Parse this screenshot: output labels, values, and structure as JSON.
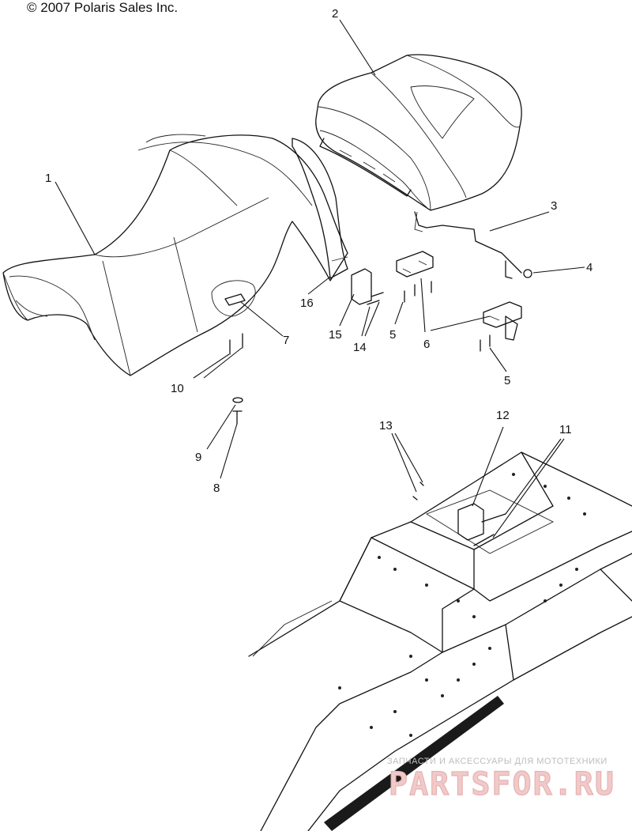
{
  "copyright": "© 2007 Polaris Sales Inc.",
  "callouts": [
    {
      "id": "1",
      "label": "1"
    },
    {
      "id": "2",
      "label": "2"
    },
    {
      "id": "3",
      "label": "3"
    },
    {
      "id": "4",
      "label": "4"
    },
    {
      "id": "5a",
      "label": "5"
    },
    {
      "id": "5b",
      "label": "5"
    },
    {
      "id": "6",
      "label": "6"
    },
    {
      "id": "7",
      "label": "7"
    },
    {
      "id": "8",
      "label": "8"
    },
    {
      "id": "9",
      "label": "9"
    },
    {
      "id": "10",
      "label": "10"
    },
    {
      "id": "11",
      "label": "11"
    },
    {
      "id": "12",
      "label": "12"
    },
    {
      "id": "13",
      "label": "13"
    },
    {
      "id": "14",
      "label": "14"
    },
    {
      "id": "15",
      "label": "15"
    },
    {
      "id": "16",
      "label": "16"
    }
  ],
  "watermark": {
    "tagline": "ЗАПЧАСТИ И АКСЕССУАРЫ ДЛЯ МОТОТЕХНИКИ",
    "brand": "PARTSFOR.RU"
  },
  "icons": [
    "seat-icon",
    "backrest-icon",
    "chassis-icon"
  ],
  "colors": {
    "line": "#111111",
    "background": "#ffffff",
    "watermark": "#f1c9c9"
  }
}
